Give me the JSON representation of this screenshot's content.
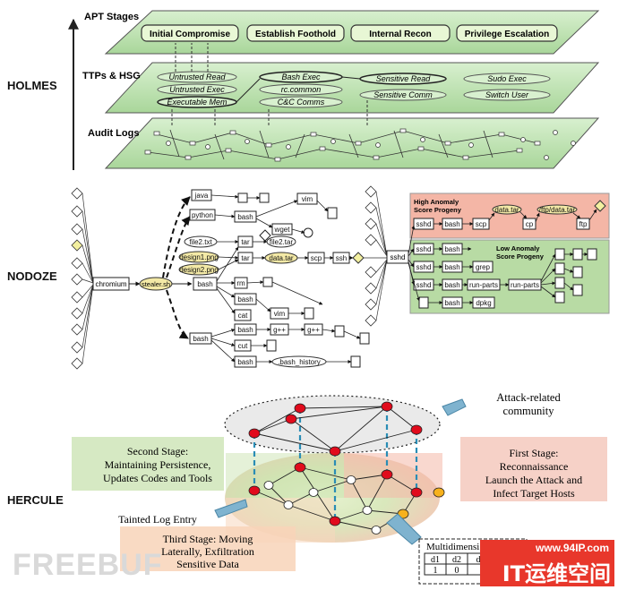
{
  "side_labels": {
    "holmes": "HOLMES",
    "nodoze": "NODOZE",
    "hercule": "HERCULE"
  },
  "holmes": {
    "layers": {
      "apt": "APT Stages",
      "ttp": "TTPs & HSG",
      "audit": "Audit Logs"
    },
    "apt_stages": [
      "Initial Compromise",
      "Establish Foothold",
      "Internal Recon",
      "Privilege Escalation"
    ],
    "ttps": [
      "Untrusted Read",
      "Untrusted Exec",
      "Executable Mem",
      "Bash Exec",
      "rc.common",
      "C&C Comms",
      "Sensitive Read",
      "Sensitive Comm",
      "Sudo Exec",
      "Switch User"
    ]
  },
  "nodoze": {
    "nodes": {
      "chromium": "chromium",
      "stealer": "stealer.sh",
      "java": "java",
      "python": "python",
      "bash": "bash",
      "wget": "wget",
      "vim": "vim",
      "tar": "tar",
      "file2txt": "file2.txt",
      "file2tar": "file2.tar",
      "design1": "design1.png",
      "design2": "design2.png",
      "datatar": "data.tar",
      "scp": "scp",
      "ssh": "ssh",
      "sshd": "sshd",
      "rm": "rm",
      "cat": "cat",
      "gpp": "g++",
      "cut": "cut",
      "bash_history": ".bash_history",
      "cp": "cp",
      "ftpdatatar": "/ftp/data.tar",
      "ftp": "ftp",
      "grep": "grep",
      "runparts": "run-parts",
      "dpkg": "dpkg"
    },
    "high_box": {
      "title_line1": "High Anomaly",
      "title_line2": "Score Progeny",
      "color": "#f4b6a6"
    },
    "low_box": {
      "title_line1": "Low Anomaly",
      "title_line2": "Score Progeny",
      "color": "#b8dba4"
    }
  },
  "hercule": {
    "attack_community": {
      "line1": "Attack-related",
      "line2": "community"
    },
    "second_stage": {
      "line1": "Second Stage:",
      "line2": "Maintaining Persistence,",
      "line3": "Updates Codes and Tools",
      "color": "#cfe5b9"
    },
    "first_stage": {
      "line1": "First Stage:",
      "line2": "Reconnaissance",
      "line3": "Launch the Attack and",
      "line4": "Infect Target Hosts",
      "color": "#f5c9bd"
    },
    "third_stage": {
      "line1": "Third Stage: Moving",
      "line2": "Laterally, Exfiltration",
      "line3": "Sensitive Data",
      "color": "#f8d3b8"
    },
    "tainted": "Tainted Log Entry",
    "multidim": {
      "title": "Multidimensi",
      "cells": [
        "d1",
        "d2",
        "d",
        "1",
        "0"
      ]
    }
  },
  "watermark": "FREEBUF",
  "brand": {
    "url": "www.94IP.com",
    "name": "IT运维空间",
    "color": "#e8372b"
  }
}
